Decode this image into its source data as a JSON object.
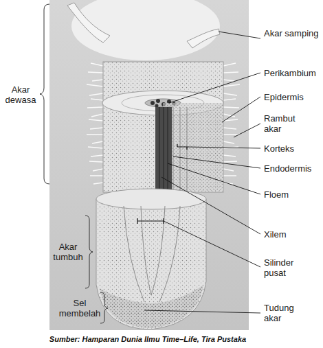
{
  "diagram": {
    "caption": "Sumber: Hamparan Dunia Ilmu Time–Life, Tira Pustaka",
    "labels": [
      "Akar samping",
      "Perikambium",
      "Epidermis",
      "Rambut akar",
      "Korteks",
      "Endodermis",
      "Floem",
      "Xilem",
      "Silinder pusat",
      "Tudung akar",
      "Akar dewasa",
      "Akar tumbuh",
      "Sel membelah"
    ]
  }
}
